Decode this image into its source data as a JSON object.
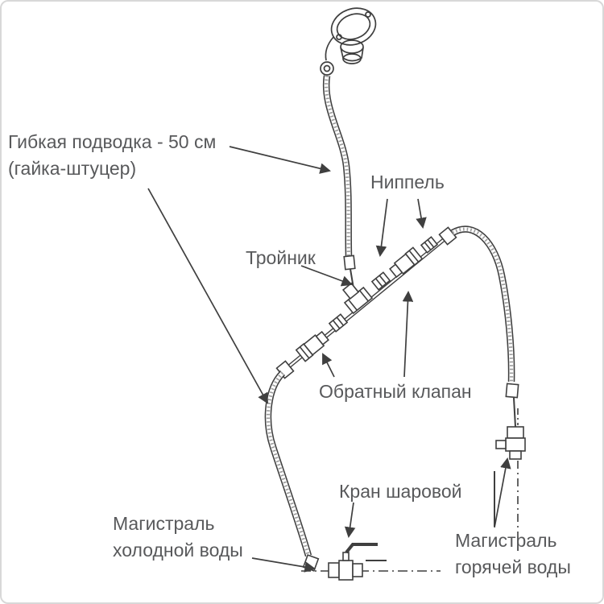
{
  "diagram": {
    "type": "plumbing-installation-schematic",
    "labels": {
      "flexible_hose": {
        "line1": "Гибкая подводка - 50 см",
        "line2": "(гайка-штуцер)"
      },
      "nipple": "Ниппель",
      "tee": "Тройник",
      "check_valve": "Обратный клапан",
      "ball_valve": "Кран шаровой",
      "cold_main": {
        "line1": "Магистраль",
        "line2": "холодной воды"
      },
      "hot_main": {
        "line1": "Магистраль",
        "line2": "горячей воды"
      }
    },
    "colors": {
      "line": "#3f3f3f",
      "text": "#58595b",
      "background": "#ffffff",
      "border": "#d8d8d8"
    }
  }
}
